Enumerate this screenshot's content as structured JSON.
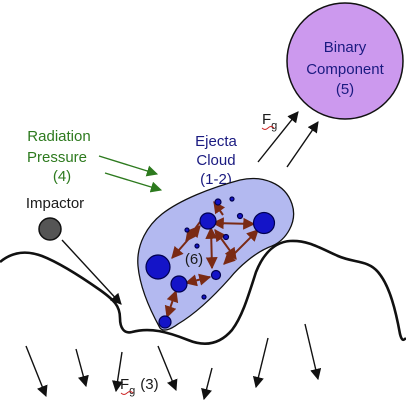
{
  "binary_component": {
    "line1": "Binary",
    "line2": "Component",
    "line3": "(5)",
    "fill_color": "#cc99ee"
  },
  "radiation_pressure": {
    "line1": "Radiation",
    "line2": "Pressure",
    "line3": "(4)",
    "color": "#2d7a1e"
  },
  "ejecta_cloud": {
    "line1": "Ejecta",
    "line2": "Cloud",
    "line3": "(1-2)",
    "fill_color": "#b3b9f0",
    "particle_color": "#1414c8",
    "collision_arrow_color": "#7a2a14",
    "collision_label": "(6)"
  },
  "impactor": {
    "label": "Impactor",
    "color": "#555555"
  },
  "gravity_top": {
    "symbol": "F",
    "subscript": "g"
  },
  "gravity_bottom": {
    "symbol": "F",
    "subscript": "g",
    "number": "(3)"
  }
}
